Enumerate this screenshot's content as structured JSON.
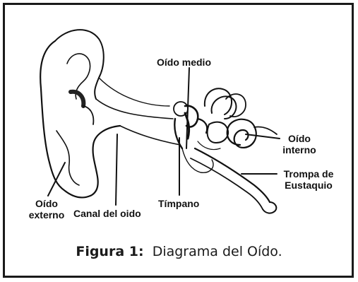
{
  "labels": {
    "middle_ear": "Oído medio",
    "inner_ear_line1": "Oído",
    "inner_ear_line2": "interno",
    "eustachian_line1": "Trompa de",
    "eustachian_line2": "Eustaquio",
    "outer_ear_line1": "Oído",
    "outer_ear_line2": "externo",
    "ear_canal": "Canal del oido",
    "eardrum": "Tímpano"
  },
  "caption": {
    "figure_label": "Figura 1:",
    "text": "Diagrama del Oído."
  }
}
